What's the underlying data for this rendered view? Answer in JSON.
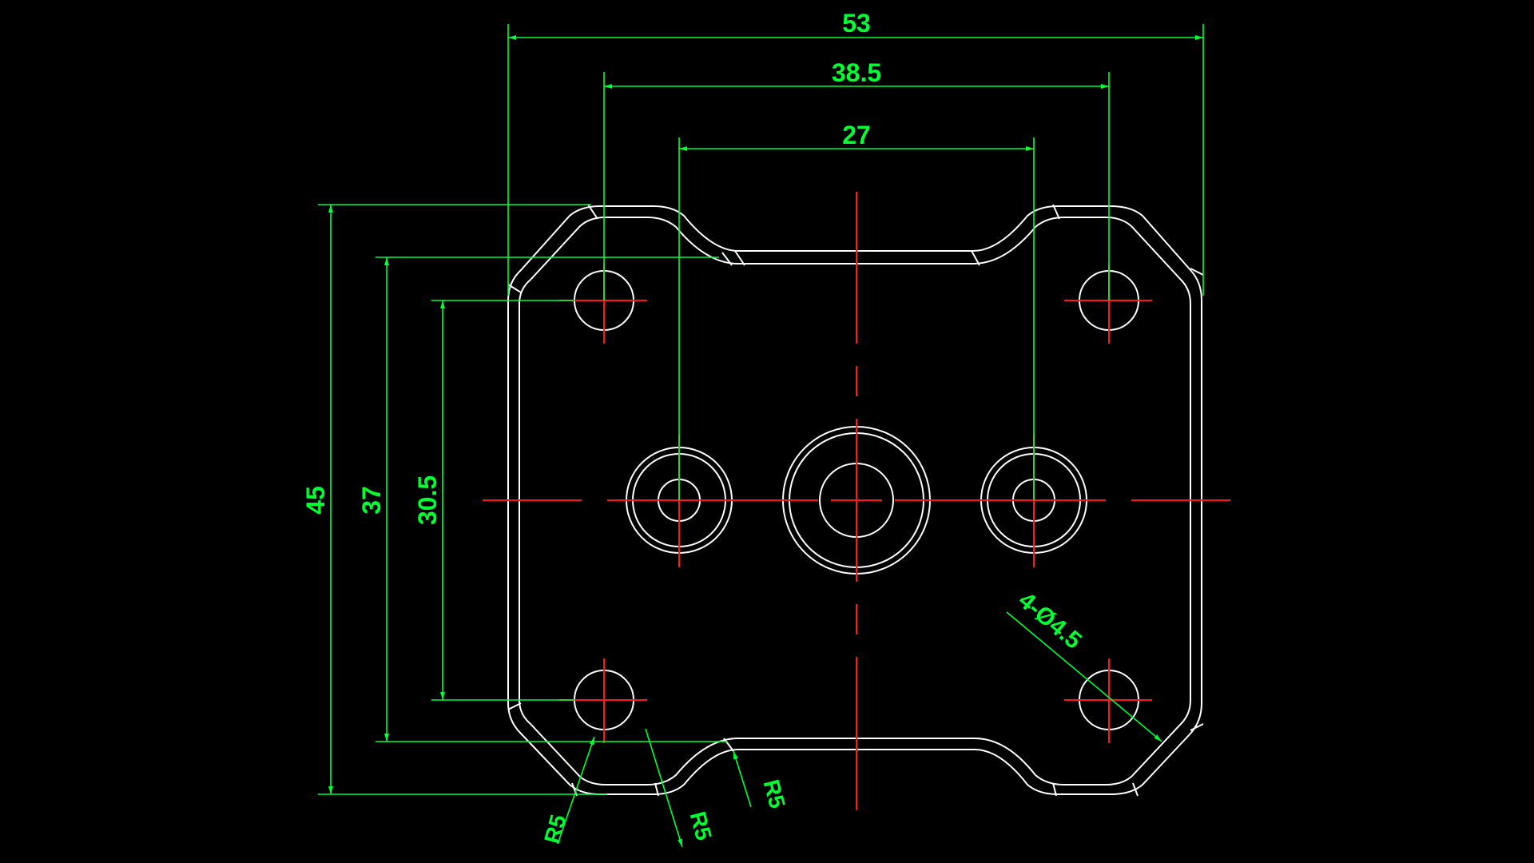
{
  "colors": {
    "background": "#000000",
    "outline": "#ffffff",
    "centerline": "#ff1a1a",
    "dimension": "#00ff33"
  },
  "dimensions": {
    "overall_width": "53",
    "outer_hole_spacing": "38.5",
    "inner_hole_spacing": "27",
    "overall_height": "45",
    "notch_height": "37",
    "hole_vertical_spacing": "30.5",
    "hole_callout": "4-Ø4.5",
    "radius_left": "R5",
    "radius_middle": "R5",
    "radius_right": "R5"
  }
}
